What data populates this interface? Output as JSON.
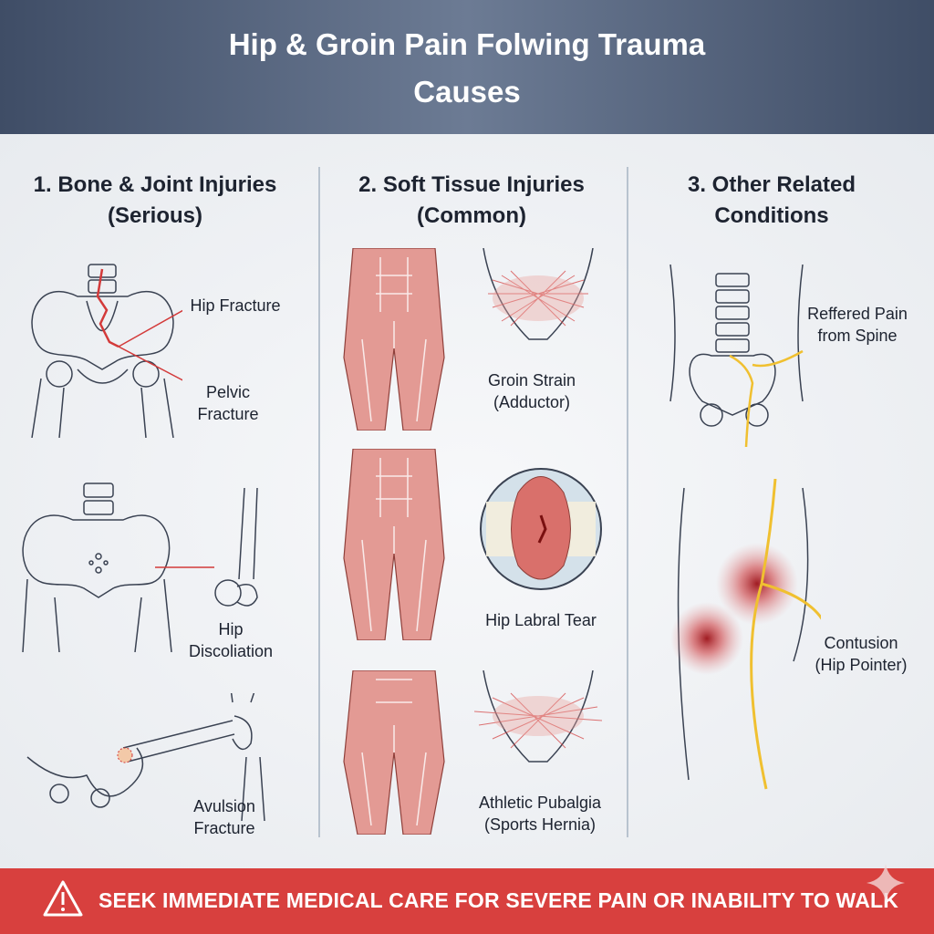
{
  "header": {
    "title_line1": "Hip & Groin Pain Folwing Trauma",
    "title_line2": "Causes"
  },
  "columns": [
    {
      "title_line1": "1. Bone & Joint Injuries",
      "title_line2": "(Serious)",
      "items": [
        {
          "label_line1": "Hip Fracture",
          "label_line2": ""
        },
        {
          "label_line1": "Pelvic",
          "label_line2": "Fracture"
        },
        {
          "label_line1": "Hip",
          "label_line2": "Discoliation"
        },
        {
          "label_line1": "Avulsion",
          "label_line2": "Fracture"
        }
      ]
    },
    {
      "title_line1": "2. Soft Tissue Injuries",
      "title_line2": "(Common)",
      "items": [
        {
          "label_line1": "Groin Strain",
          "label_line2": "(Adductor)"
        },
        {
          "label_line1": "Hip Labral Tear",
          "label_line2": ""
        },
        {
          "label_line1": "Athletic Pubalgia",
          "label_line2": "(Sports Hernia)"
        }
      ]
    },
    {
      "title_line1": "3. Other Related",
      "title_line2": "Conditions",
      "items": [
        {
          "label_line1": "Reffered Pain",
          "label_line2": "from Spine"
        },
        {
          "label_line1": "Contusion",
          "label_line2": "(Hip Pointer)"
        }
      ]
    }
  ],
  "footer": {
    "warning": "SEEK IMMEDIATE MEDICAL CARE FOR SEVERE PAIN OR INABILITY TO WALK",
    "icon": "warning-triangle-icon"
  },
  "colors": {
    "header": "#56647d",
    "footer": "#d8403e",
    "injury_red": "#d33a3a",
    "nerve_yellow": "#f0c030",
    "muscle": "#e39a94"
  }
}
